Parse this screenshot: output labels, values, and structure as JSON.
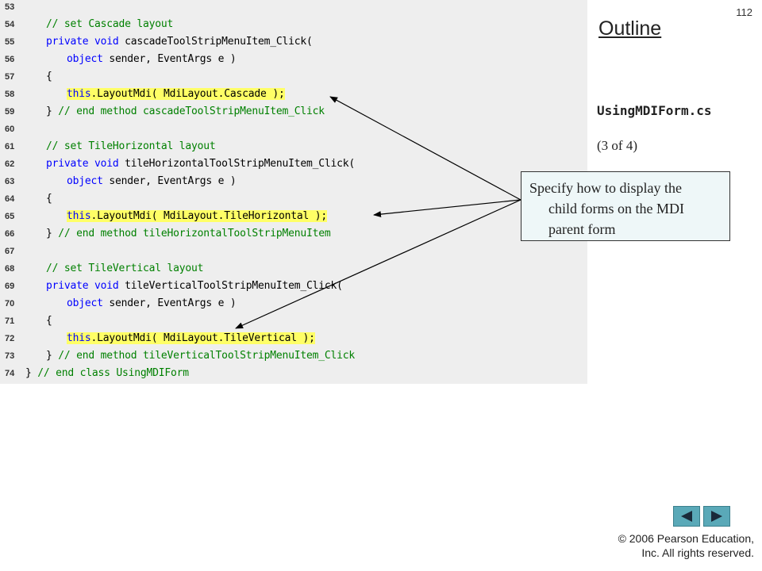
{
  "page_number": "112",
  "outline": {
    "title": "Outline",
    "file_name": "UsingMDIForm.cs",
    "page_count": "(3 of 4)"
  },
  "callout": {
    "line1": "Specify how to display the",
    "line2": "child forms on the MDI",
    "line3": "parent form"
  },
  "code_lines": [
    {
      "num": "53",
      "indent": 0,
      "segments": []
    },
    {
      "num": "54",
      "indent": 1,
      "segments": [
        {
          "text": "// set Cascade layout",
          "color": "#008000"
        }
      ]
    },
    {
      "num": "55",
      "indent": 1,
      "segments": [
        {
          "text": "private void",
          "color": "#0000ff"
        },
        {
          "text": " cascadeToolStripMenuItem_Click(",
          "color": "#000000"
        }
      ]
    },
    {
      "num": "56",
      "indent": 2,
      "segments": [
        {
          "text": "object",
          "color": "#0000ff"
        },
        {
          "text": " sender, EventArgs e )",
          "color": "#000000"
        }
      ]
    },
    {
      "num": "57",
      "indent": 1,
      "segments": [
        {
          "text": "{",
          "color": "#000000"
        }
      ]
    },
    {
      "num": "58",
      "indent": 2,
      "segments": [
        {
          "text": "this",
          "color": "#0000ff",
          "hl": true
        },
        {
          "text": ".LayoutMdi( MdiLayout.Cascade );",
          "color": "#000000",
          "hl": true
        }
      ]
    },
    {
      "num": "59",
      "indent": 1,
      "segments": [
        {
          "text": "}",
          "color": "#000000"
        },
        {
          "text": " // end method cascadeToolStripMenuItem_Click",
          "color": "#008000"
        }
      ]
    },
    {
      "num": "60",
      "indent": 0,
      "segments": []
    },
    {
      "num": "61",
      "indent": 1,
      "segments": [
        {
          "text": "// set TileHorizontal layout",
          "color": "#008000"
        }
      ]
    },
    {
      "num": "62",
      "indent": 1,
      "segments": [
        {
          "text": "private void",
          "color": "#0000ff"
        },
        {
          "text": " tileHorizontalToolStripMenuItem_Click(",
          "color": "#000000"
        }
      ]
    },
    {
      "num": "63",
      "indent": 2,
      "segments": [
        {
          "text": "object",
          "color": "#0000ff"
        },
        {
          "text": " sender, EventArgs e )",
          "color": "#000000"
        }
      ]
    },
    {
      "num": "64",
      "indent": 1,
      "segments": [
        {
          "text": "{",
          "color": "#000000"
        }
      ]
    },
    {
      "num": "65",
      "indent": 2,
      "segments": [
        {
          "text": "this",
          "color": "#0000ff",
          "hl": true
        },
        {
          "text": ".LayoutMdi( MdiLayout.TileHorizontal );",
          "color": "#000000",
          "hl": true
        }
      ]
    },
    {
      "num": "66",
      "indent": 1,
      "segments": [
        {
          "text": "}",
          "color": "#000000"
        },
        {
          "text": " // end method tileHorizontalToolStripMenuItem",
          "color": "#008000"
        }
      ]
    },
    {
      "num": "67",
      "indent": 0,
      "segments": []
    },
    {
      "num": "68",
      "indent": 1,
      "segments": [
        {
          "text": "// set TileVertical layout",
          "color": "#008000"
        }
      ]
    },
    {
      "num": "69",
      "indent": 1,
      "segments": [
        {
          "text": "private void",
          "color": "#0000ff"
        },
        {
          "text": " tileVerticalToolStripMenuItem_Click(",
          "color": "#000000"
        }
      ]
    },
    {
      "num": "70",
      "indent": 2,
      "segments": [
        {
          "text": "object",
          "color": "#0000ff"
        },
        {
          "text": " sender, EventArgs e )",
          "color": "#000000"
        }
      ]
    },
    {
      "num": "71",
      "indent": 1,
      "segments": [
        {
          "text": "{",
          "color": "#000000"
        }
      ]
    },
    {
      "num": "72",
      "indent": 2,
      "segments": [
        {
          "text": "this",
          "color": "#0000ff",
          "hl": true
        },
        {
          "text": ".LayoutMdi( MdiLayout.TileVertical );",
          "color": "#000000",
          "hl": true
        }
      ]
    },
    {
      "num": "73",
      "indent": 1,
      "segments": [
        {
          "text": "}",
          "color": "#000000"
        },
        {
          "text": " // end method tileVerticalToolStripMenuItem_Click",
          "color": "#008000"
        }
      ]
    },
    {
      "num": "74",
      "indent": 0,
      "segments": [
        {
          "text": "}",
          "color": "#000000"
        },
        {
          "text": " // end class UsingMDIForm",
          "color": "#008000"
        }
      ]
    }
  ],
  "navigation": {
    "prev_icon": "triangle-left-icon",
    "next_icon": "triangle-right-icon"
  },
  "copyright": {
    "line1": "© 2006 Pearson Education,",
    "line2": "Inc.  All rights reserved."
  }
}
